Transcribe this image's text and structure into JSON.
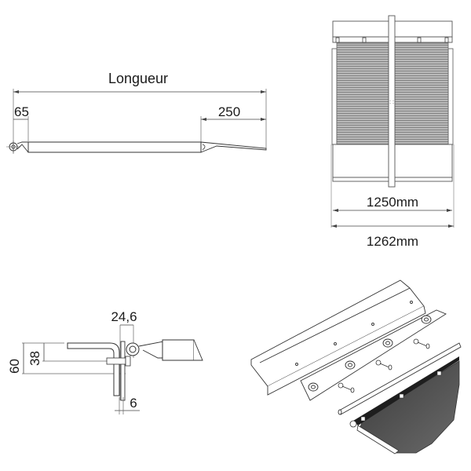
{
  "side_view": {
    "length_label": "Longueur",
    "left_dim": "65",
    "right_dim": "250"
  },
  "top_view": {
    "inner_width": "1250mm",
    "outer_width": "1262mm"
  },
  "hinge_detail": {
    "top_dim": "24,6",
    "height_total": "60",
    "height_inner": "38",
    "thickness": "6"
  },
  "exploded_view": {
    "parts": [
      "angle-profile",
      "hinge-plate",
      "bolts",
      "hinge-pin",
      "ramp-plate"
    ]
  },
  "colors": {
    "line": "#333333",
    "ramp_fill": "#9a9a9a",
    "ramp_dark": "#4a4a4a"
  }
}
